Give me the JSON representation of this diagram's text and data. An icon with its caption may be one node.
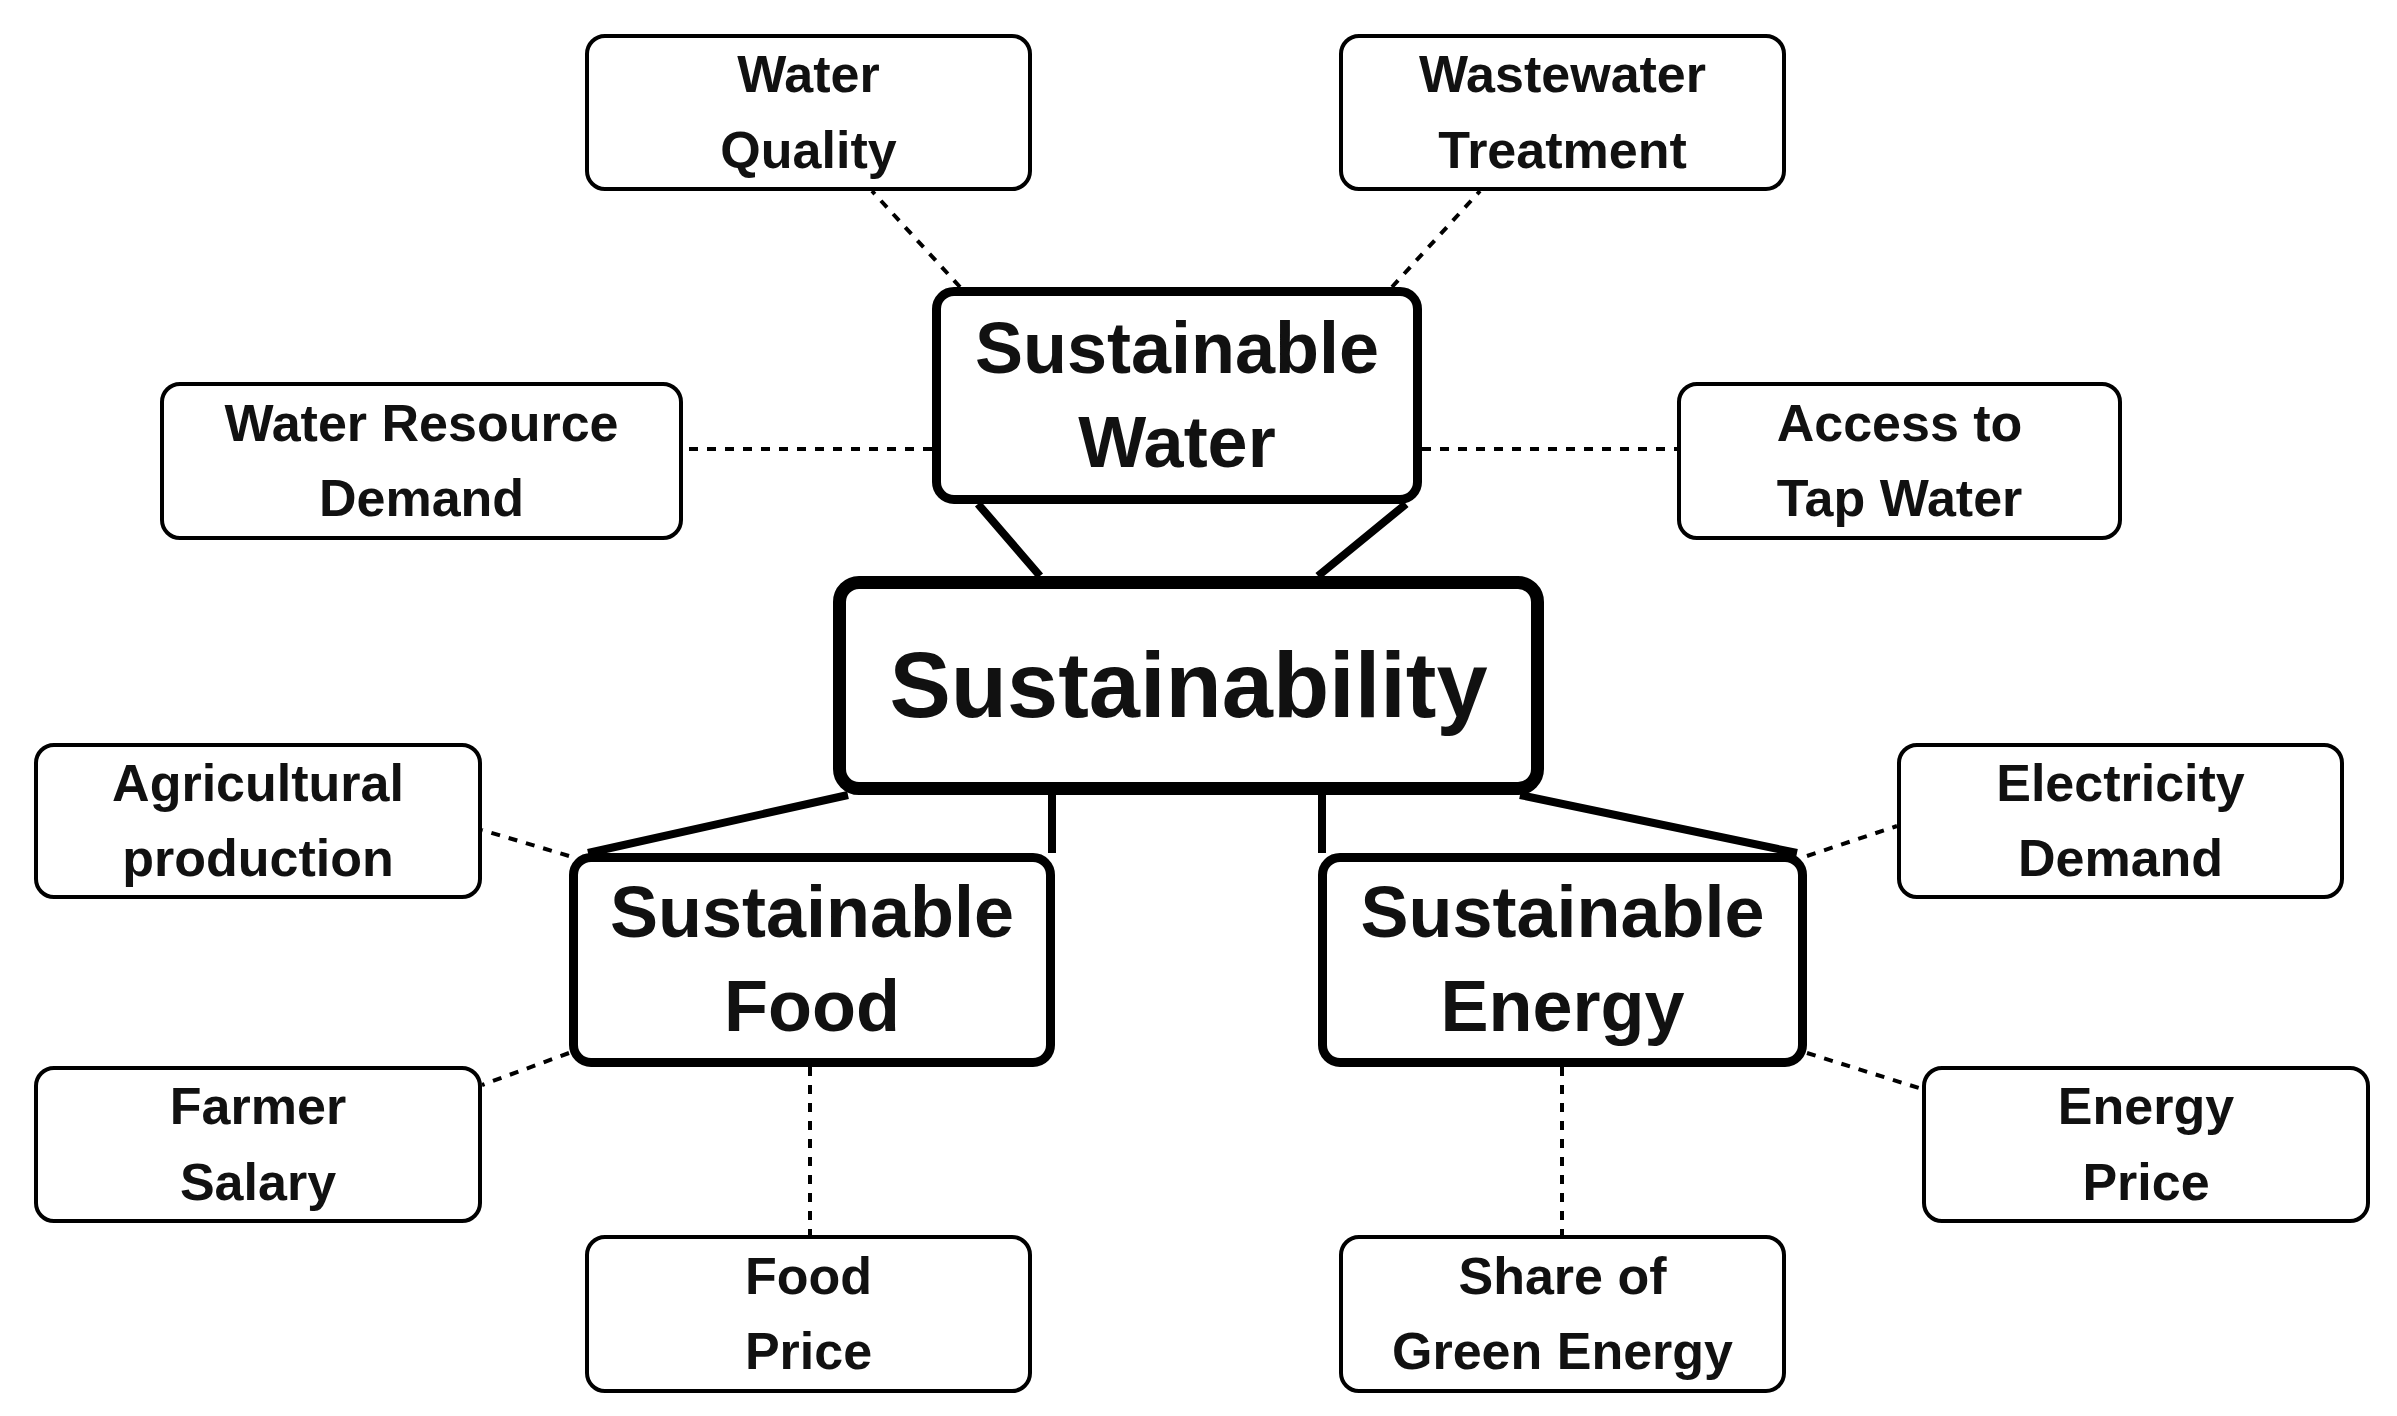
{
  "diagram": {
    "nodes": [
      {
        "text": [
          "Sustainability"
        ]
      },
      {
        "text": [
          "Sustainable Water"
        ]
      },
      {
        "text": [
          "Sustainable Food"
        ]
      },
      {
        "text": [
          "Sustainable Energy"
        ]
      },
      {
        "text": [
          "Water Quality"
        ]
      },
      {
        "text": [
          "Wastewater Treatment"
        ]
      },
      {
        "text": [
          "Water Resource Demand"
        ]
      },
      {
        "text": [
          "Access to Tap Water"
        ]
      },
      {
        "text": [
          "Agricultural production"
        ]
      },
      {
        "text": [
          "Farmer Salary"
        ]
      },
      {
        "text": [
          "Food Price"
        ]
      },
      {
        "text": [
          "Electricity Demand"
        ]
      },
      {
        "text": [
          "Energy Price"
        ]
      },
      {
        "text": [
          "Share of Green Energy"
        ]
      }
    ],
    "edges": [
      {
        "from": 0,
        "to": 1,
        "arrow": "none",
        "style": "thick"
      },
      {
        "from": 0,
        "to": 2,
        "arrow": "none",
        "style": "thick"
      },
      {
        "from": 0,
        "to": 3,
        "arrow": "none",
        "style": "thick"
      },
      {
        "from": 1,
        "to": 4,
        "arrow": "none",
        "style": "dashed"
      },
      {
        "from": 1,
        "to": 5,
        "arrow": "none",
        "style": "dashed"
      },
      {
        "from": 1,
        "to": 6,
        "arrow": "none",
        "style": "dashed"
      },
      {
        "from": 1,
        "to": 7,
        "arrow": "none",
        "style": "dashed"
      },
      {
        "from": 2,
        "to": 8,
        "arrow": "none",
        "style": "dashed"
      },
      {
        "from": 2,
        "to": 9,
        "arrow": "none",
        "style": "dashed"
      },
      {
        "from": 2,
        "to": 10,
        "arrow": "none",
        "style": "dashed"
      },
      {
        "from": 3,
        "to": 11,
        "arrow": "none",
        "style": "dashed"
      },
      {
        "from": 3,
        "to": 12,
        "arrow": "none",
        "style": "dashed"
      },
      {
        "from": 3,
        "to": 13,
        "arrow": "none",
        "style": "dashed"
      }
    ]
  }
}
